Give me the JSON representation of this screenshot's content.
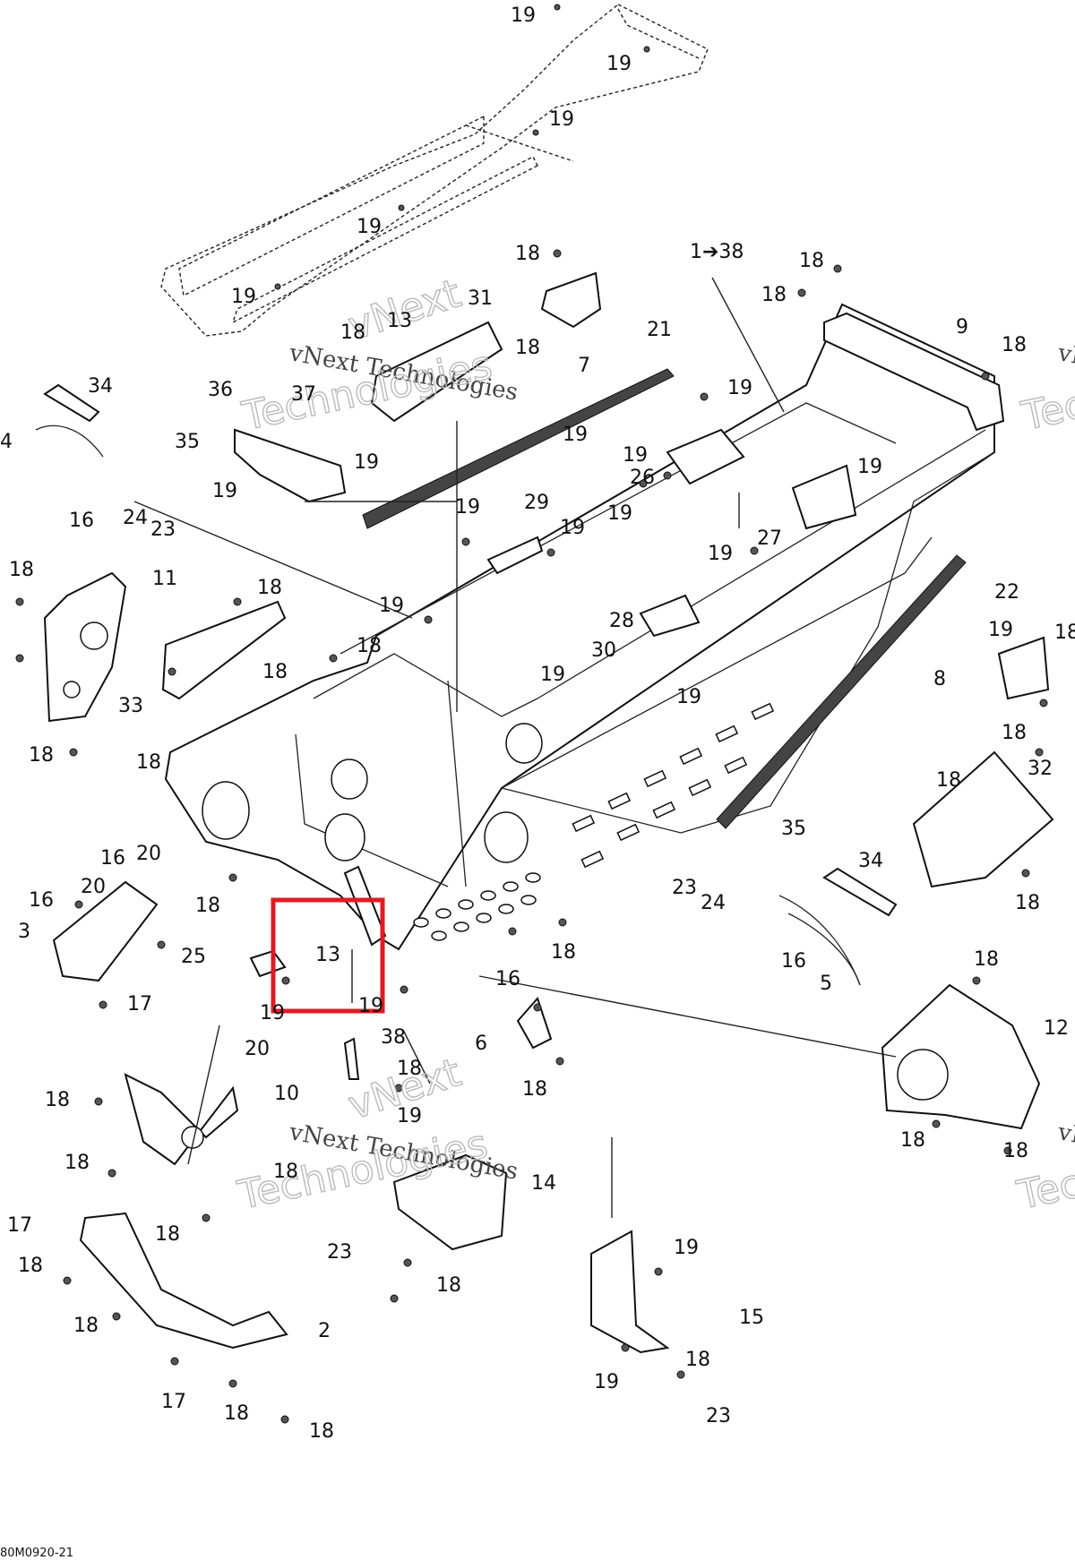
{
  "diagram_code": "80M0920-21",
  "watermark": {
    "line1": "vNext Technologies",
    "overlay_a": "vNext",
    "overlay_b": "Technologies"
  },
  "highlight": {
    "color": "#e01b24",
    "part": "13"
  },
  "labels": {
    "l1_38": "1➔38",
    "p2": "2",
    "p3": "3",
    "p4": "4",
    "p5": "5",
    "p6": "6",
    "p7": "7",
    "p8": "8",
    "p9": "9",
    "p10": "10",
    "p11": "11",
    "p12": "12",
    "p13": "13",
    "p13b": "13",
    "p14": "14",
    "p15": "15",
    "p16": "16",
    "p17": "17",
    "p18": "18",
    "p19": "19",
    "p20": "20",
    "p21": "21",
    "p22": "22",
    "p23": "23",
    "p24": "24",
    "p25": "25",
    "p26": "26",
    "p27": "27",
    "p28": "28",
    "p29": "29",
    "p30": "30",
    "p31": "31",
    "p32": "32",
    "p33": "33",
    "p34": "34",
    "p35": "35",
    "p36": "36",
    "p37": "37",
    "p38": "38"
  }
}
